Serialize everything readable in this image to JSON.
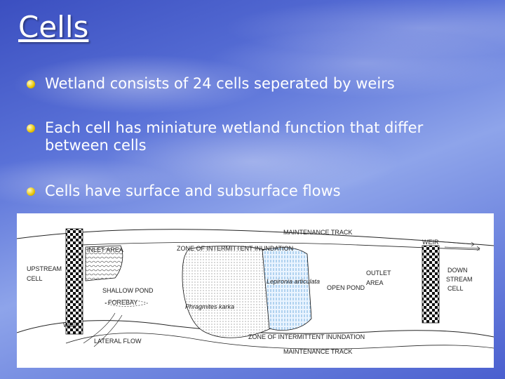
{
  "slide": {
    "title": "Cells",
    "bullets": [
      "Wetland consists of 24 cells seperated by weirs",
      "Each cell has miniature wetland function that differ between cells",
      "Cells have surface and subsurface flows"
    ]
  },
  "diagram": {
    "labels": {
      "maintenance_top": "MAINTENANCE TRACK",
      "weir_right": "WEIR",
      "inlet_area": "INLET AREA",
      "zone_top": "ZONE OF INTERMITTENT INUNDATION",
      "upstream_cell_1": "UPSTREAM",
      "upstream_cell_2": "CELL",
      "outlet_area_1": "OUTLET",
      "outlet_area_2": "AREA",
      "down_stream_1": "DOWN",
      "down_stream_2": "STREAM",
      "down_stream_3": "CELL",
      "lepironia": "Lepironia articulata",
      "open_pond": "OPEN POND",
      "shallow_pond": "SHALLOW POND",
      "forebay": "FOREBAY",
      "phragmites": "Phragmites karka",
      "weir_left": "WEIR",
      "zone_bottom": "ZONE OF INTERMITTENT INUNDATION",
      "lateral_flow": "LATERAL FLOW",
      "maintenance_bottom": "MAINTENANCE TRACK"
    }
  }
}
